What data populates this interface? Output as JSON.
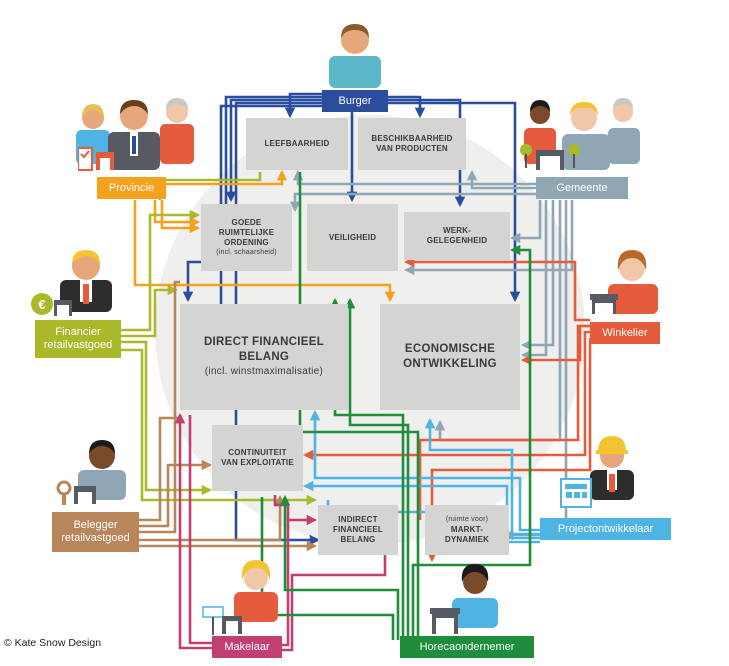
{
  "interests": {
    "leefbaarheid": "LEEFBAARHEID",
    "beschikbaarheid_1": "BESCHIKBAARHEID",
    "beschikbaarheid_2": "VAN PRODUCTEN",
    "ruimtelijke_1": "GOEDE",
    "ruimtelijke_2": "RUIMTELIJKE",
    "ruimtelijke_3": "ORDENING",
    "ruimtelijke_sub": "(incl. schaarsheid)",
    "veiligheid": "VEILIGHEID",
    "werkgelegenheid_1": "WERK-",
    "werkgelegenheid_2": "GELEGENHEID",
    "direct_1": "DIRECT FINANCIEEL",
    "direct_2": "BELANG",
    "direct_sub": "(incl. winstmaximalisatie)",
    "economische_1": "ECONOMISCHE",
    "economische_2": "ONTWIKKELING",
    "continuiteit_1": "CONTINUITEIT",
    "continuiteit_2": "VAN EXPLOITATIE",
    "indirect_1": "INDIRECT",
    "indirect_2": "FINANCIEEL",
    "indirect_3": "BELANG",
    "markt_sub": "(ruimte voor)",
    "markt_1": "MARKT-",
    "markt_2": "DYNAMIEK"
  },
  "actors": {
    "burger": "Burger",
    "provincie": "Provincie",
    "gemeente": "Gemeente",
    "financier_1": "Financier",
    "financier_2": "retailvastgoed",
    "winkelier": "Winkelier",
    "belegger_1": "Belegger",
    "belegger_2": "retailvastgoed",
    "projectontwikkelaar": "Projectontwikkelaar",
    "makelaar": "Makelaar",
    "horecaondernemer": "Horecaondernemer"
  },
  "colors": {
    "burger": "#2b4d9e",
    "provincie": "#f4a21d",
    "gemeente": "#8fa6b5",
    "financier": "#a9b92a",
    "winkelier": "#e45c3c",
    "belegger": "#b8865a",
    "projectontwikkelaar": "#4fb3e3",
    "makelaar": "#c23f72",
    "horecaondernemer": "#1f8e3c",
    "interest_box": "#d4d4d2"
  },
  "icons": [
    "euro-coin-icon",
    "key-icon",
    "shop-icon",
    "checklist-icon",
    "trees-icon",
    "for-sale-sign-icon"
  ],
  "credit": "© Kate Snow Design"
}
